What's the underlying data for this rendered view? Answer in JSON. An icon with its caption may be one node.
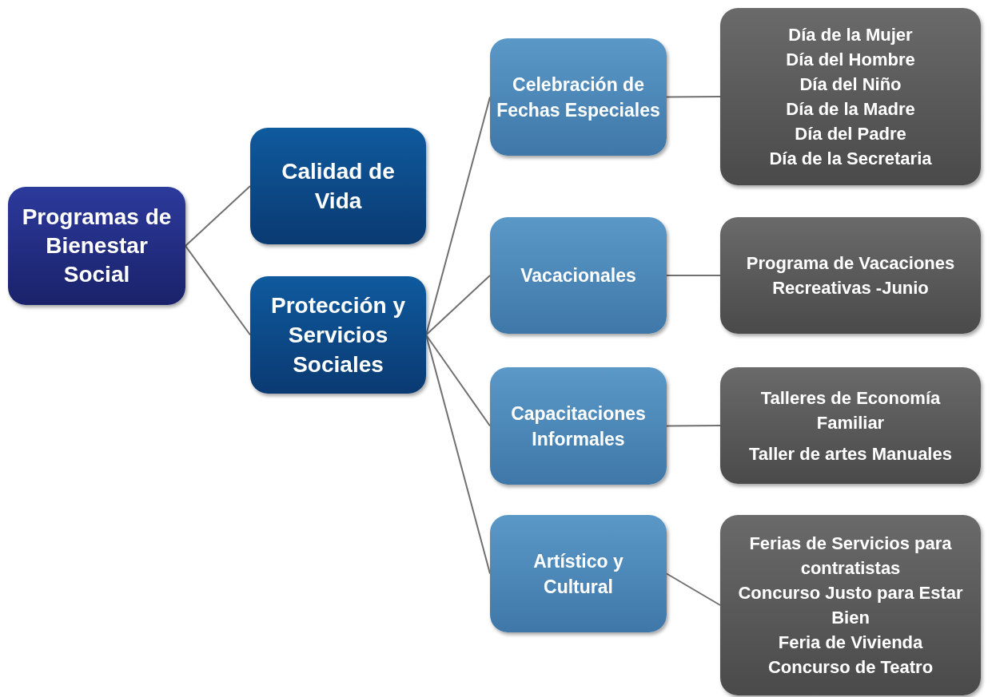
{
  "diagram": {
    "nodes": [
      {
        "text": [
          "Programas de Bienestar Social"
        ]
      },
      {
        "text": [
          "Calidad de Vida"
        ]
      },
      {
        "text": [
          "Protección y Servicios Sociales"
        ]
      },
      {
        "text": [
          "Celebración de Fechas Especiales"
        ]
      },
      {
        "text": [
          "Vacacionales"
        ]
      },
      {
        "text": [
          "Capacitaciones Informales"
        ]
      },
      {
        "text": [
          "Artístico y Cultural"
        ]
      },
      {
        "text": [
          "Día de la Mujer",
          "Día del Hombre",
          "Día del Niño",
          "Día de la Madre",
          "Día del Padre",
          "Día de la Secretaria"
        ]
      },
      {
        "text": [
          "Programa de Vacaciones Recreativas -Junio"
        ]
      },
      {
        "text": [
          "Talleres de Economía Familiar",
          "Taller de artes Manuales"
        ]
      },
      {
        "text": [
          "Ferias de Servicios para contratistas",
          "Concurso Justo para Estar Bien",
          "Feria de Vivienda",
          "Concurso de Teatro"
        ]
      }
    ],
    "edges": [
      {
        "from": 0,
        "to": 1,
        "arrow": "none"
      },
      {
        "from": 0,
        "to": 2,
        "arrow": "none"
      },
      {
        "from": 2,
        "to": 3,
        "arrow": "none"
      },
      {
        "from": 2,
        "to": 4,
        "arrow": "none"
      },
      {
        "from": 2,
        "to": 5,
        "arrow": "none"
      },
      {
        "from": 2,
        "to": 6,
        "arrow": "none"
      },
      {
        "from": 3,
        "to": 7,
        "arrow": "none"
      },
      {
        "from": 4,
        "to": 8,
        "arrow": "none"
      },
      {
        "from": 5,
        "to": 9,
        "arrow": "none"
      },
      {
        "from": 6,
        "to": 10,
        "arrow": "none"
      }
    ]
  }
}
